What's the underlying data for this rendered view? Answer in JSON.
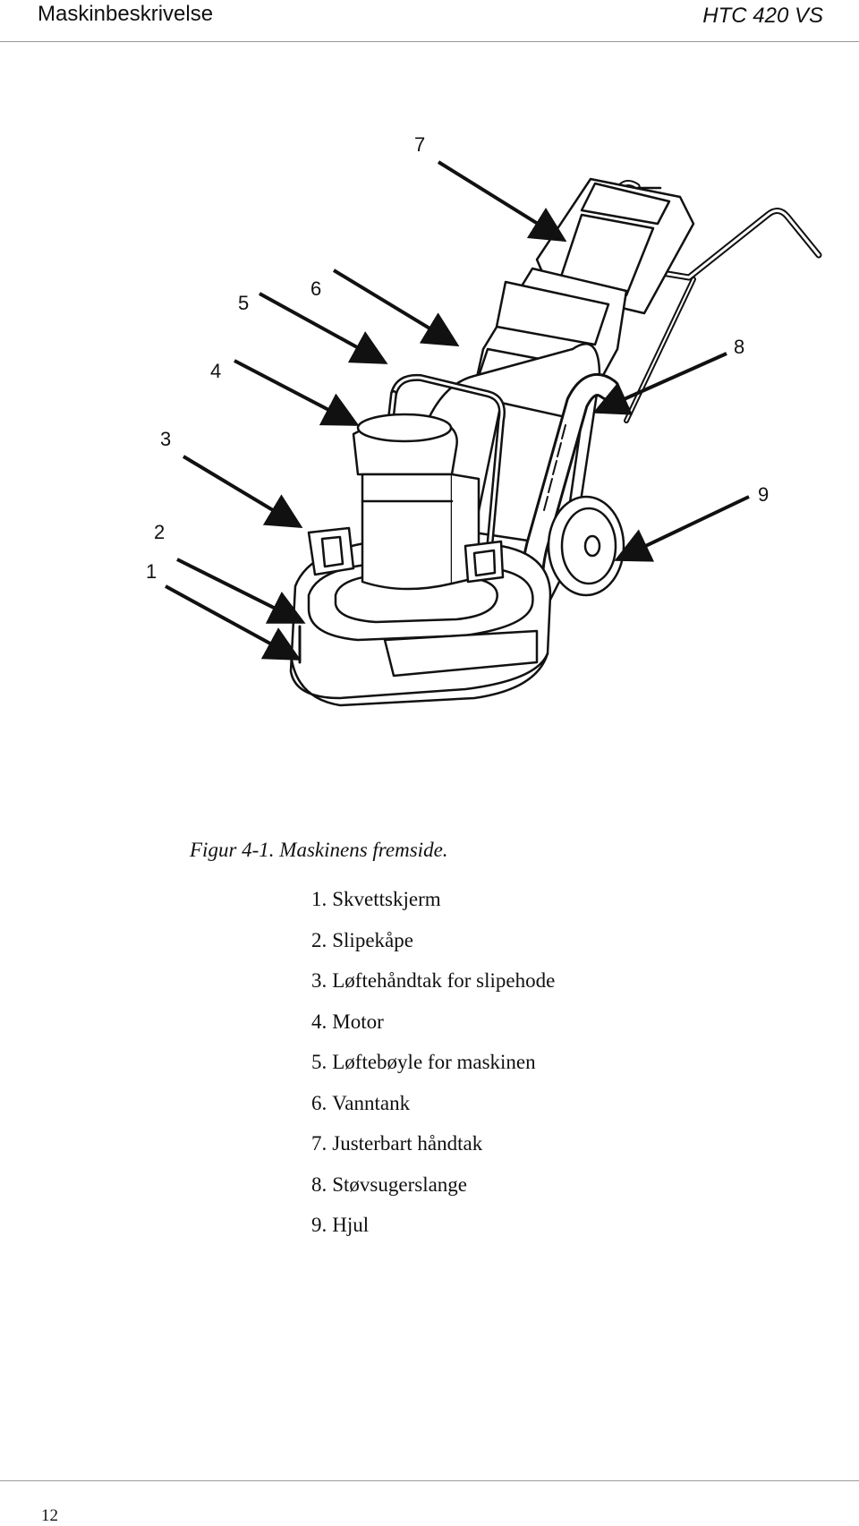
{
  "header": {
    "section_title": "Maskinbeskrivelse",
    "model": "HTC 420 VS"
  },
  "figure": {
    "callouts": [
      "1",
      "2",
      "3",
      "4",
      "5",
      "6",
      "7",
      "8",
      "9"
    ],
    "caption": "Figur 4-1. Maskinens fremside."
  },
  "legend": [
    {
      "num": "1.",
      "label": "Skvettskjerm"
    },
    {
      "num": "2.",
      "label": "Slipekåpe"
    },
    {
      "num": "3.",
      "label": "Løftehåndtak for slipehode"
    },
    {
      "num": "4.",
      "label": "Motor"
    },
    {
      "num": "5.",
      "label": "Løftebøyle for maskinen"
    },
    {
      "num": "6.",
      "label": "Vanntank"
    },
    {
      "num": "7.",
      "label": "Justerbart håndtak"
    },
    {
      "num": "8.",
      "label": "Støvsugerslange"
    },
    {
      "num": "9.",
      "label": "Hjul"
    }
  ],
  "footer": {
    "page_number": "12"
  }
}
